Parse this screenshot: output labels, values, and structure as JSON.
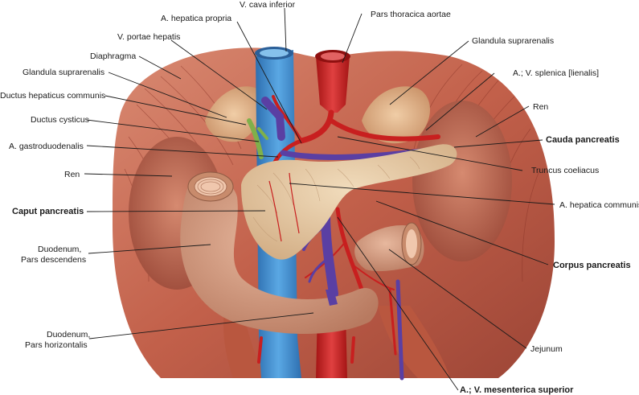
{
  "labels": {
    "v_cava_inferior": "V. cava inferior",
    "a_hepatica_propria": "A. hepatica propria",
    "pars_thoracica_aortae": "Pars thoracica aortae",
    "v_portae_hepatis": "V. portae hepatis",
    "glandula_suprarenalis_right": "Glandula suprarenalis",
    "diaphragma": "Diaphragma",
    "glandula_suprarenalis_left": "Glandula suprarenalis",
    "a_v_splenica": "A.; V. splenica [lienalis]",
    "ductus_hepaticus_communis": "Ductus hepaticus communis",
    "ren_right": "Ren",
    "ductus_cysticus": "Ductus cysticus",
    "cauda_pancreatis": "Cauda pancreatis",
    "a_gastroduodenalis": "A. gastroduodenalis",
    "truncus_coeliacus": "Truncus coeliacus",
    "ren_left": "Ren",
    "a_hepatica_communis": "A. hepatica communis",
    "caput_pancreatis": "Caput pancreatis",
    "duodenum_desc_1": "Duodenum,",
    "duodenum_desc_2": "Pars descendens",
    "corpus_pancreatis": "Corpus pancreatis",
    "duodenum_horiz_1": "Duodenum,",
    "duodenum_horiz_2": "Pars horizontalis",
    "jejunum": "Jejunum",
    "a_v_mesenterica_superior": "A.; V. mesenterica superior"
  },
  "colors": {
    "muscle": "#c8684f",
    "muscle_dark": "#8e3a2c",
    "kidney": "#c0715a",
    "pancreas": "#e6c9a4",
    "duodenum": "#d9a185",
    "artery": "#c81f1f",
    "vein": "#5a3fa3",
    "vena_cava": "#3f8fd0",
    "adrenal": "#e2b48a",
    "bile": "#7fb04a"
  }
}
